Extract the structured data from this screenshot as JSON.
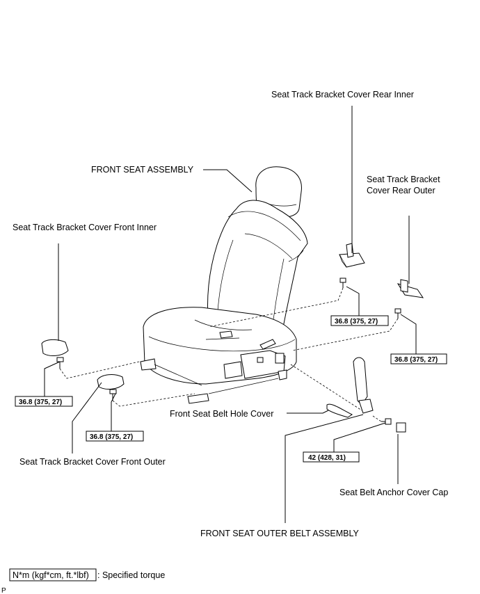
{
  "labels": {
    "front_seat_assembly": "FRONT SEAT ASSEMBLY",
    "cover_rear_inner": "Seat Track Bracket Cover Rear Inner",
    "cover_rear_outer_line1": "Seat Track Bracket",
    "cover_rear_outer_line2": "Cover Rear Outer",
    "cover_front_inner": "Seat Track Bracket Cover Front Inner",
    "cover_front_outer": "Seat Track Bracket Cover Front Outer",
    "belt_hole_cover": "Front Seat Belt Hole Cover",
    "anchor_cover_cap": "Seat Belt Anchor Cover Cap",
    "outer_belt_assembly": "FRONT SEAT OUTER BELT ASSEMBLY"
  },
  "torques": {
    "rear_inner_bolt": "36.8 (375, 27)",
    "rear_outer_bolt": "36.8 (375, 27)",
    "front_inner_bolt": "36.8 (375, 27)",
    "front_outer_bolt": "36.8 (375, 27)",
    "anchor_bolt": "42 (428, 31)"
  },
  "legend": {
    "unit_box": "N*m (kgf*cm, ft.*lbf)",
    "description": ": Specified torque"
  },
  "corner_mark": "P"
}
